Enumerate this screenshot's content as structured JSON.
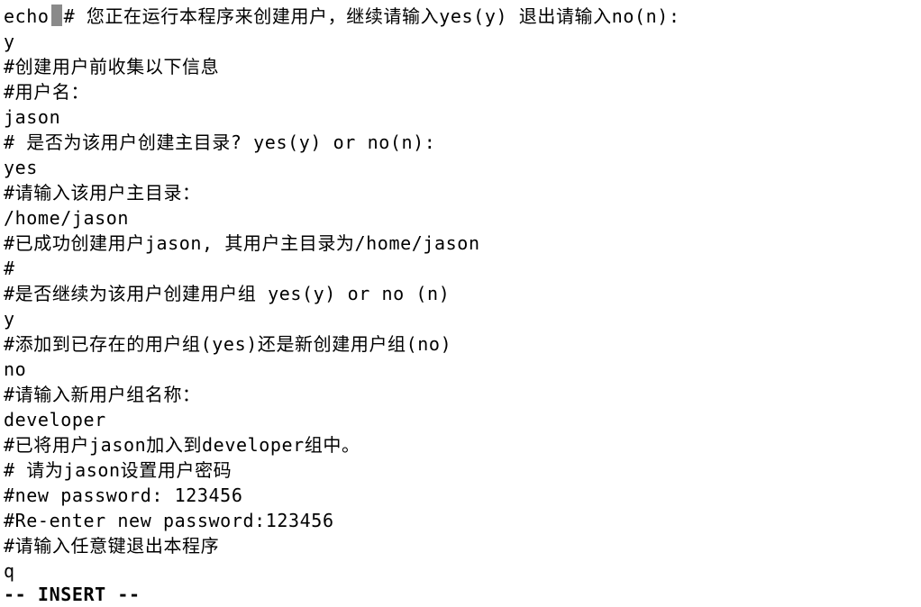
{
  "terminal": {
    "cursor_color": "#8a8a8a",
    "lines": [
      {
        "before_cursor": "echo",
        "after_cursor": "# 您正在运行本程序来创建用户，继续请输入yes(y) 退出请输入no(n):"
      },
      "y",
      "#创建用户前收集以下信息",
      "#用户名：",
      "jason",
      "# 是否为该用户创建主目录? yes(y) or no(n):",
      "yes",
      "#请输入该用户主目录：",
      "/home/jason",
      "#已成功创建用户jason, 其用户主目录为/home/jason",
      "#",
      "#是否继续为该用户创建用户组 yes(y) or no (n)",
      "y",
      "#添加到已存在的用户组(yes)还是新创建用户组(no)",
      "no",
      "#请输入新用户组名称：",
      "developer",
      "#已将用户jason加入到developer组中。",
      "# 请为jason设置用户密码",
      "#new password: 123456",
      "#Re-enter new password:123456",
      "#请输入任意键退出本程序",
      "q",
      "-- INSERT --"
    ]
  }
}
